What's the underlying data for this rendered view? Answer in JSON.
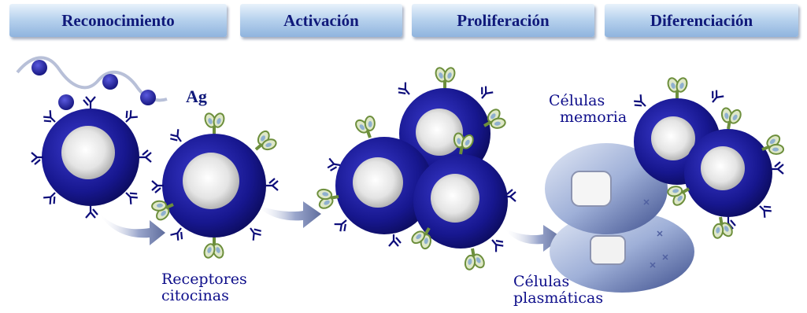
{
  "stages": [
    "Reconocimiento",
    "Activación",
    "Proliferación",
    "Diferenciación"
  ],
  "labels": {
    "antigen": "Ag",
    "receptors_line1": "Receptores",
    "receptors_line2": "citocinas",
    "memory_line1": "Células",
    "memory_line2": "memoria",
    "plasma_line1": "Células",
    "plasma_line2": "plasmáticas"
  },
  "colors": {
    "cell_body": "#17178f",
    "nucleus": "#e6e6e6",
    "antibody": "#0c0c7a",
    "receptor": "#6d8f3c",
    "arrow": "#7a88b8",
    "plasma_cell": "#a8b6da",
    "tab_text": "#10197a"
  }
}
